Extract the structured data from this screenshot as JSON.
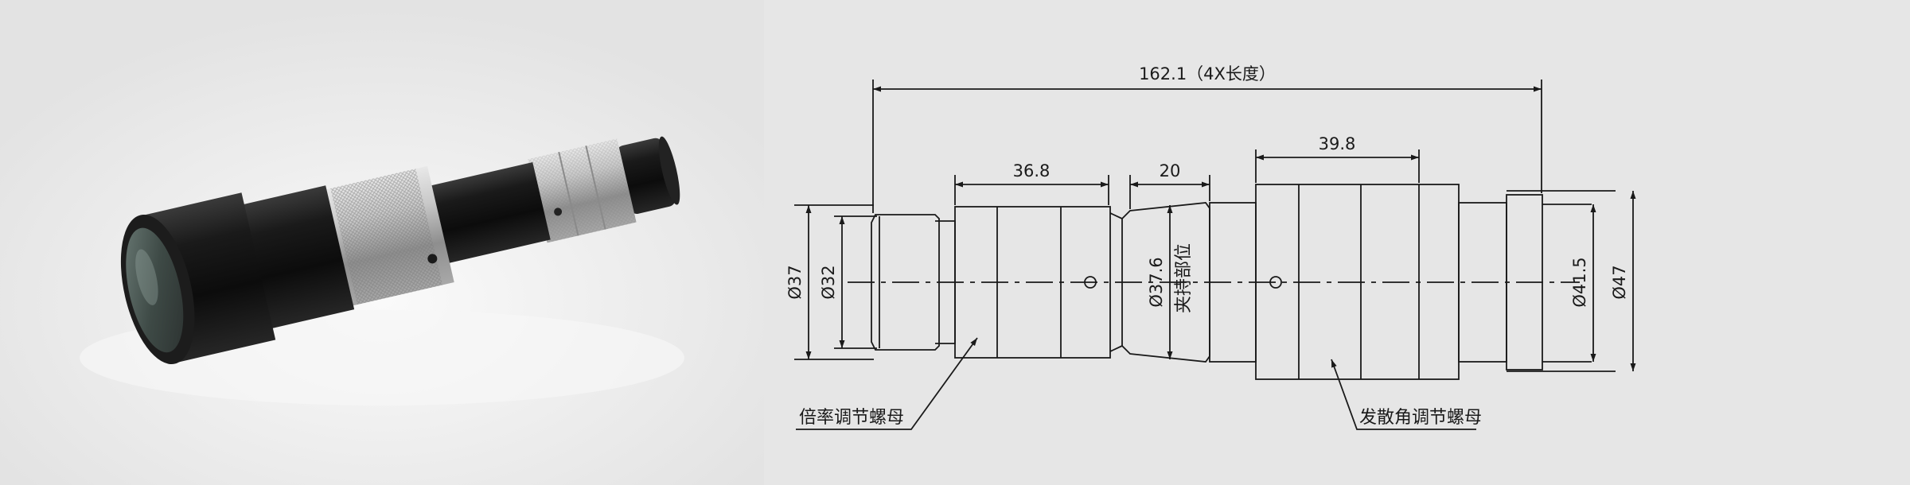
{
  "photo": {
    "subject": "zoom-beam-expander-lens-photo"
  },
  "drawing": {
    "overall_length": "162.1（4X长度）",
    "section_zoom_nut_width": "36.8",
    "section_clamp_width": "20",
    "section_divergence_nut_width": "39.8",
    "diam_outer_left": "Ø37",
    "diam_inner_left": "Ø32",
    "diam_clamp": "Ø37.6",
    "clamp_label": "夹持部位",
    "diam_inner_right": "Ø41.5",
    "diam_outer_right": "Ø47",
    "zoom_nut_label": "倍率调节螺母",
    "divergence_nut_label": "发散角调节螺母"
  },
  "colors": {
    "background": "#e6e6e6",
    "line": "#1a1a1a",
    "lens_black": "#151515",
    "lens_silver": "#b9b9b9"
  }
}
